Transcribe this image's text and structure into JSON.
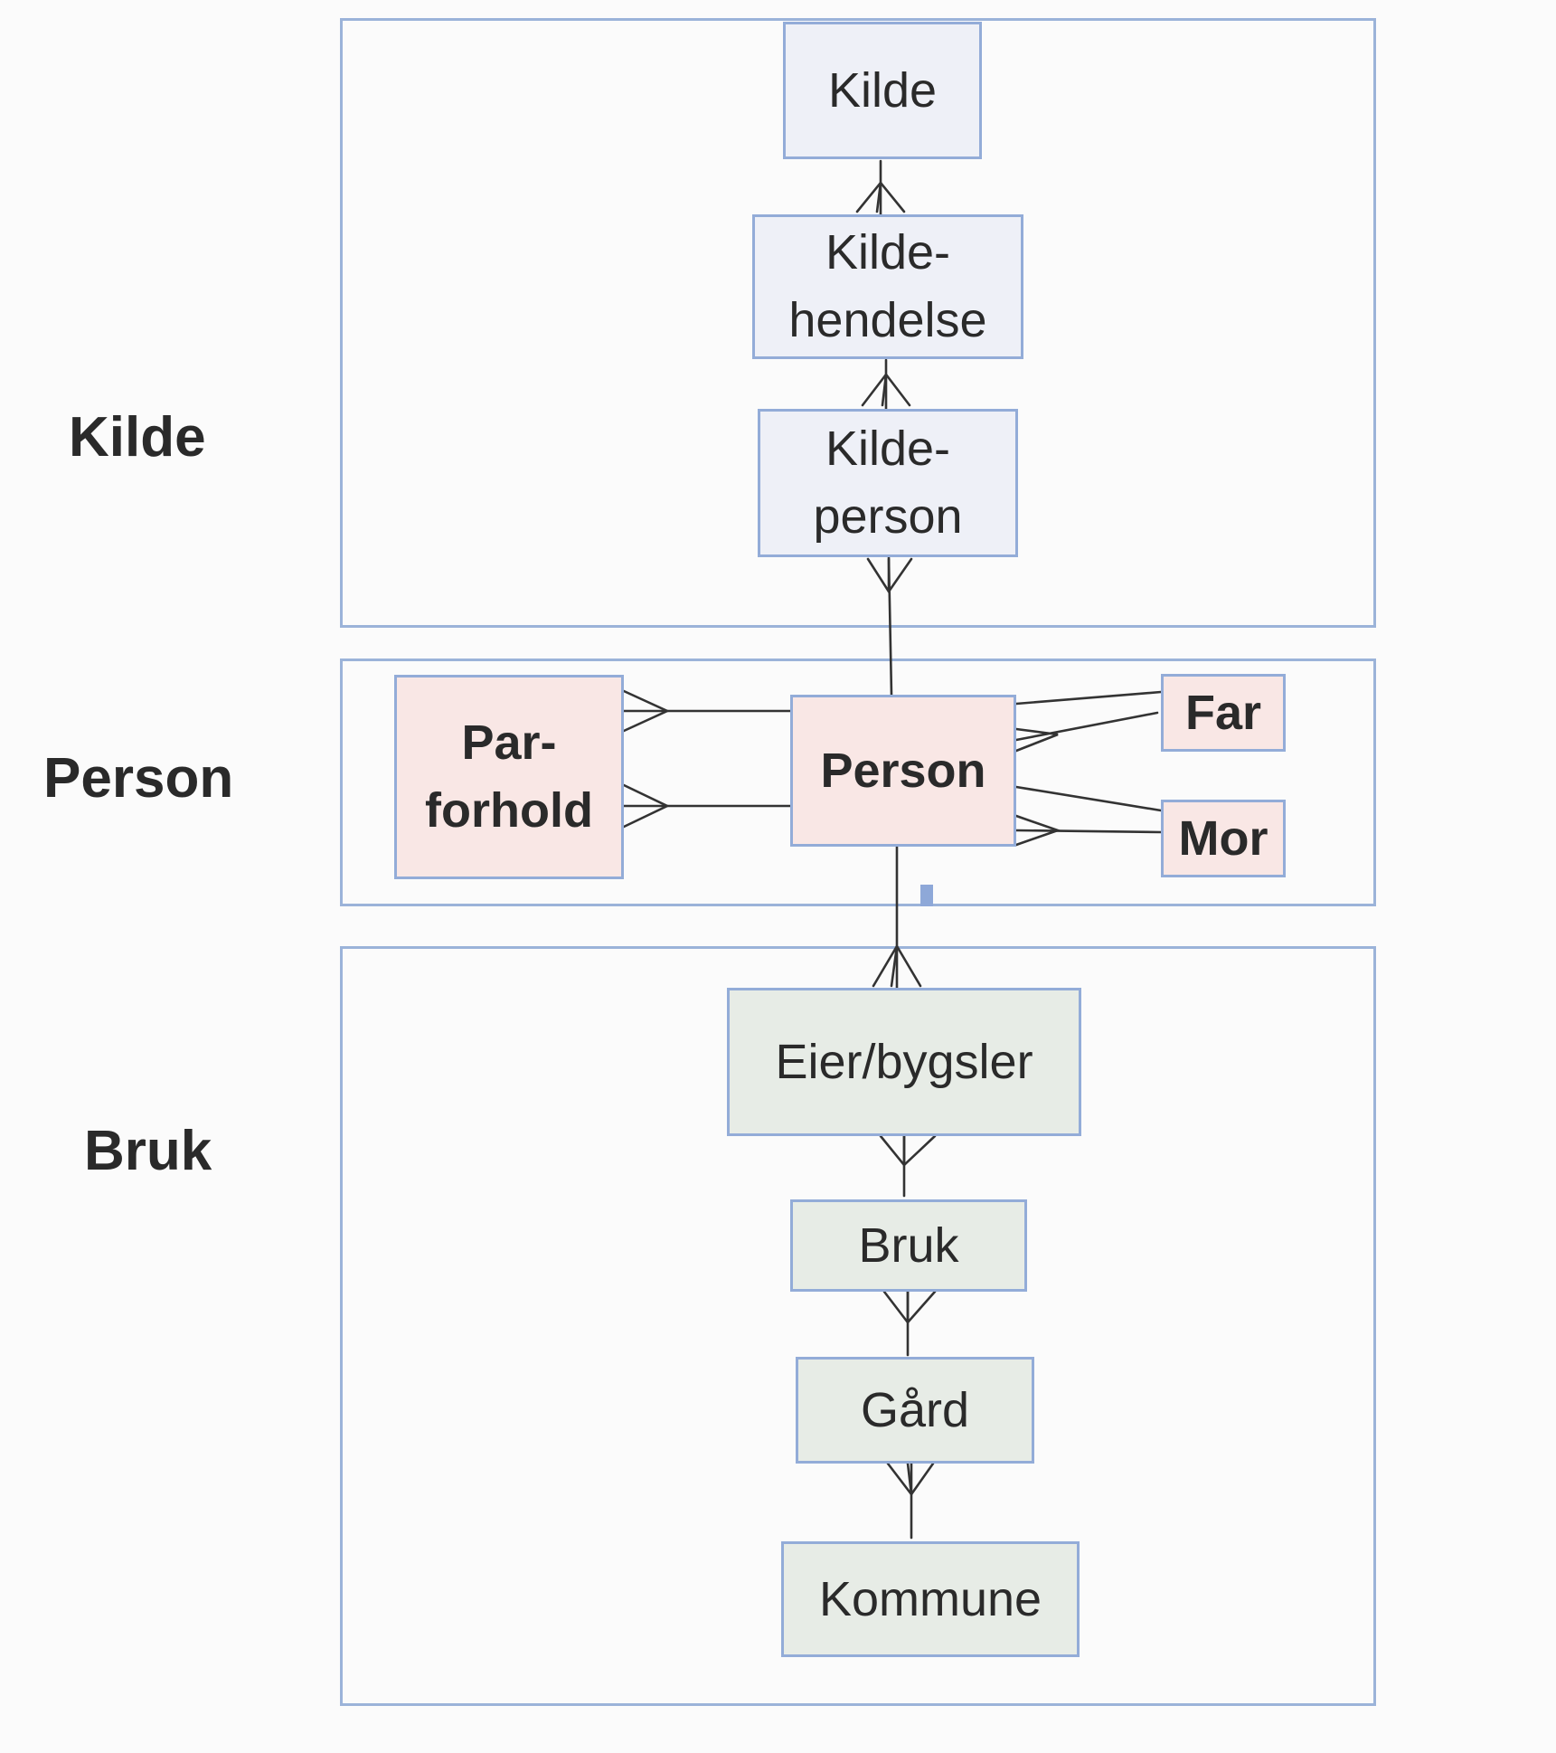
{
  "groups": {
    "kilde": "Kilde",
    "person": "Person",
    "bruk": "Bruk"
  },
  "entities": {
    "kilde": [
      "Kilde"
    ],
    "kildehendelse": [
      "Kilde-",
      "hendelse"
    ],
    "kildeperson": [
      "Kilde-",
      "person"
    ],
    "parforhold": [
      "Par-",
      "forhold"
    ],
    "person": [
      "Person"
    ],
    "far": [
      "Far"
    ],
    "mor": [
      "Mor"
    ],
    "eier_bygsler": [
      "Eier/bygsler"
    ],
    "bruk": [
      "Bruk"
    ],
    "gard": [
      "Gård"
    ],
    "kommune": [
      "Kommune"
    ]
  },
  "colors": {
    "section_border": "#9bb3d9",
    "entity_border": "#93acd8",
    "kilde_fill": "#eef0f7",
    "person_fill": "#f9e7e5",
    "bruk_fill": "#e7ece6",
    "line": "#333333"
  }
}
